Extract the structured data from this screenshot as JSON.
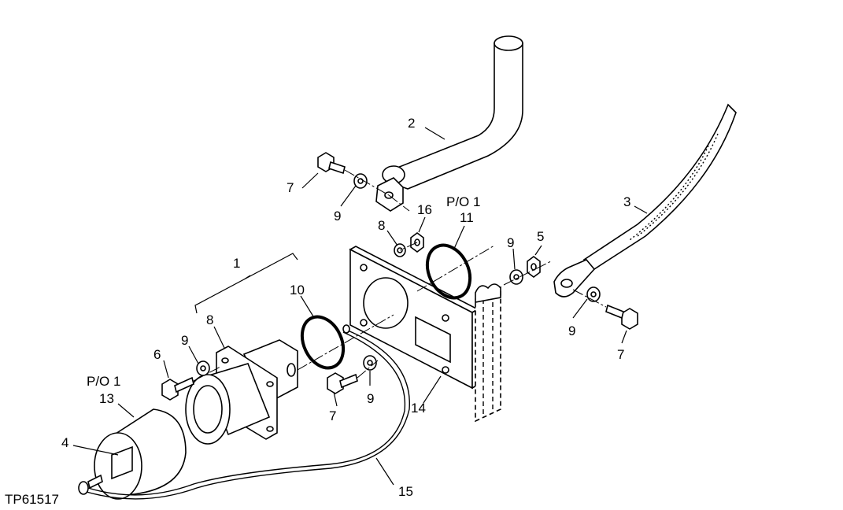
{
  "figure_id": "TP61517",
  "callouts": {
    "c1": "1",
    "c2": "2",
    "c3": "3",
    "c4": "4",
    "c5": "5",
    "c6": "6",
    "c7a": "7",
    "c7b": "7",
    "c7c": "7",
    "c8a": "8",
    "c8b": "8",
    "c9a": "9",
    "c9b": "9",
    "c9c": "9",
    "c9d": "9",
    "c9e": "9",
    "c10": "10",
    "c11": "11",
    "c11_po": "P/O 1",
    "c13": "13",
    "c13_po": "P/O 1",
    "c14": "14",
    "c15": "15",
    "c16": "16"
  }
}
